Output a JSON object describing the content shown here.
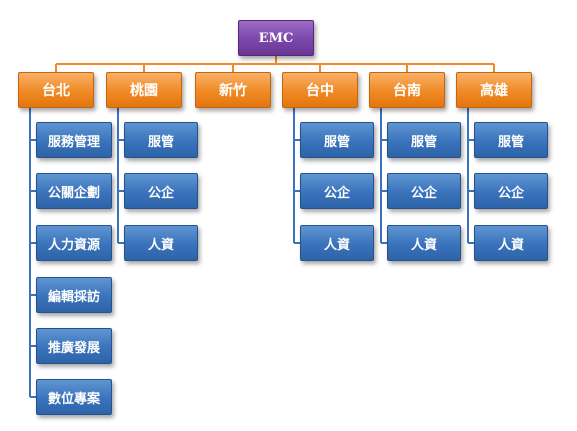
{
  "root": {
    "label": "EMC"
  },
  "cities": [
    {
      "label": "台北",
      "items": [
        "服務管理",
        "公關企劃",
        "人力資源",
        "編輯採訪",
        "推廣發展",
        "數位專案"
      ]
    },
    {
      "label": "桃園",
      "items": [
        "服管",
        "公企",
        "人資"
      ]
    },
    {
      "label": "新竹",
      "items": []
    },
    {
      "label": "台中",
      "items": [
        "服管",
        "公企",
        "人資"
      ]
    },
    {
      "label": "台南",
      "items": [
        "服管",
        "公企",
        "人資"
      ]
    },
    {
      "label": "高雄",
      "items": [
        "服管",
        "公企",
        "人資"
      ]
    }
  ],
  "colors": {
    "root": "#7a47aa",
    "city": "#f08a24",
    "sub": "#3a73bc",
    "connector_orange": "#f08a24",
    "connector_blue": "#3a73bc"
  }
}
